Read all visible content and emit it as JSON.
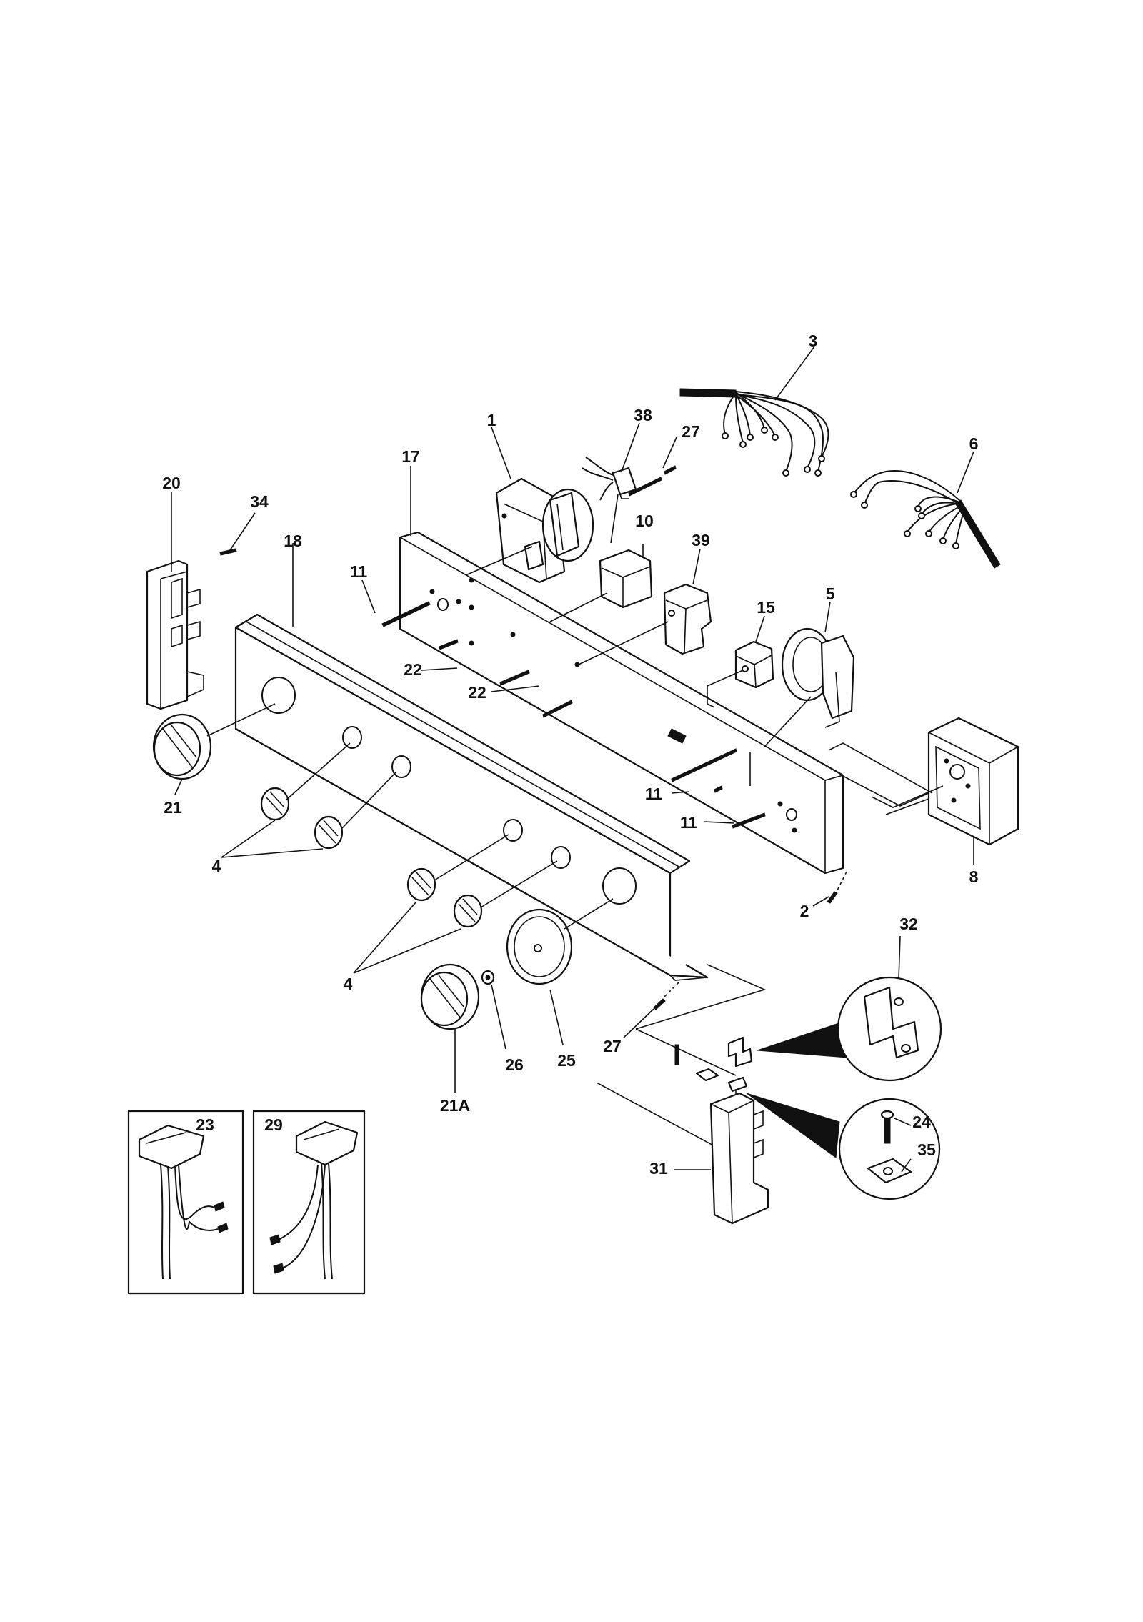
{
  "callouts": [
    {
      "id": "c1",
      "text": "1"
    },
    {
      "id": "c2",
      "text": "2"
    },
    {
      "id": "c3",
      "text": "3"
    },
    {
      "id": "c4a",
      "text": "4"
    },
    {
      "id": "c4b",
      "text": "4"
    },
    {
      "id": "c5",
      "text": "5"
    },
    {
      "id": "c6",
      "text": "6"
    },
    {
      "id": "c8",
      "text": "8"
    },
    {
      "id": "c10",
      "text": "10"
    },
    {
      "id": "c11a",
      "text": "11"
    },
    {
      "id": "c11b",
      "text": "11"
    },
    {
      "id": "c11c",
      "text": "11"
    },
    {
      "id": "c15",
      "text": "15"
    },
    {
      "id": "c17",
      "text": "17"
    },
    {
      "id": "c18",
      "text": "18"
    },
    {
      "id": "c20",
      "text": "20"
    },
    {
      "id": "c21",
      "text": "21"
    },
    {
      "id": "c21A",
      "text": "21A"
    },
    {
      "id": "c22a",
      "text": "22"
    },
    {
      "id": "c22b",
      "text": "22"
    },
    {
      "id": "c23",
      "text": "23"
    },
    {
      "id": "c24",
      "text": "24"
    },
    {
      "id": "c25",
      "text": "25"
    },
    {
      "id": "c26",
      "text": "26"
    },
    {
      "id": "c27a",
      "text": "27"
    },
    {
      "id": "c27b",
      "text": "27"
    },
    {
      "id": "c29",
      "text": "29"
    },
    {
      "id": "c31",
      "text": "31"
    },
    {
      "id": "c32",
      "text": "32"
    },
    {
      "id": "c34",
      "text": "34"
    },
    {
      "id": "c35",
      "text": "35"
    },
    {
      "id": "c38",
      "text": "38"
    },
    {
      "id": "c39",
      "text": "39"
    }
  ]
}
